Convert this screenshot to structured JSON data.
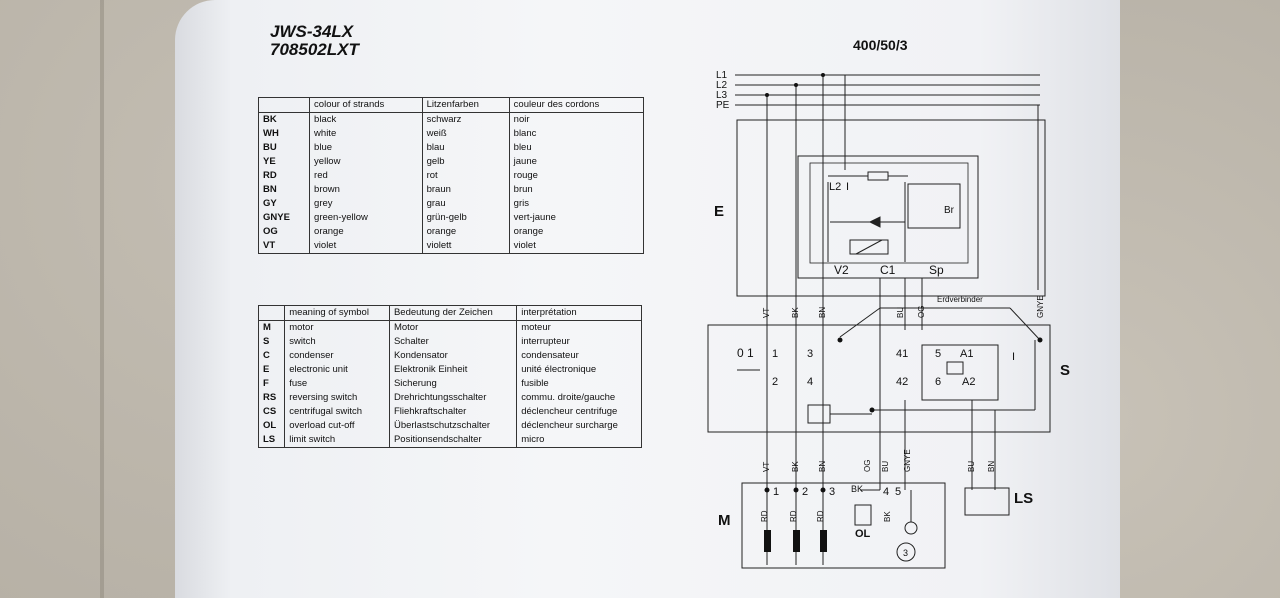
{
  "document": {
    "model_line1": "JWS-34LX",
    "model_line2": "708502LXT",
    "supply": "400/50/3"
  },
  "colour_table": {
    "headers": [
      "",
      "colour of strands",
      "Litzenfarben",
      "couleur des cordons"
    ],
    "rows": [
      [
        "BK",
        "black",
        "schwarz",
        "noir"
      ],
      [
        "WH",
        "white",
        "weiß",
        "blanc"
      ],
      [
        "BU",
        "blue",
        "blau",
        "bleu"
      ],
      [
        "YE",
        "yellow",
        "gelb",
        "jaune"
      ],
      [
        "RD",
        "red",
        "rot",
        "rouge"
      ],
      [
        "BN",
        "brown",
        "braun",
        "brun"
      ],
      [
        "GY",
        "grey",
        "grau",
        "gris"
      ],
      [
        "GNYE",
        "green-yellow",
        "grün-gelb",
        "vert-jaune"
      ],
      [
        "OG",
        "orange",
        "orange",
        "orange"
      ],
      [
        "VT",
        "violet",
        "violett",
        "violet"
      ]
    ]
  },
  "symbol_table": {
    "headers": [
      "",
      "meaning of symbol",
      "Bedeutung der Zeichen",
      "interprétation"
    ],
    "rows": [
      [
        "M",
        "motor",
        "Motor",
        "moteur"
      ],
      [
        "S",
        "switch",
        "Schalter",
        "interrupteur"
      ],
      [
        "C",
        "condenser",
        "Kondensator",
        "condensateur"
      ],
      [
        "E",
        "electronic unit",
        "Elektronik Einheit",
        "unité électronique"
      ],
      [
        "F",
        "fuse",
        "Sicherung",
        "fusible"
      ],
      [
        "RS",
        "reversing switch",
        "Drehrichtungsschalter",
        "commu. droite/gauche"
      ],
      [
        "CS",
        "centrifugal switch",
        "Fliehkraftschalter",
        "déclencheur centrifuge"
      ],
      [
        "OL",
        "overload cut-off",
        "Überlastschutzschalter",
        "déclencheur surcharge"
      ],
      [
        "LS",
        "limit switch",
        "Positionsendschalter",
        "micro"
      ]
    ]
  },
  "diagram": {
    "lines": [
      "L1",
      "L2",
      "L3",
      "PE"
    ],
    "block_E": "E",
    "block_S": "S",
    "block_M": "M",
    "block_LS": "LS",
    "block_OL": "OL",
    "e_labels": [
      "L2",
      "I",
      "V2",
      "C1",
      "Sp",
      "Br"
    ],
    "e_wires": [
      "VT",
      "BK",
      "BN",
      "BU",
      "OG",
      "GNYE"
    ],
    "earth_label": "Erdverbinder",
    "s_labels": [
      "0 1",
      "1",
      "2",
      "3",
      "4",
      "41",
      "42",
      "5",
      "6",
      "A1",
      "A2",
      "I"
    ],
    "m_wires_top": [
      "VT",
      "BK",
      "BN",
      "OG",
      "BU",
      "GNYE"
    ],
    "ls_wires": [
      "BU",
      "BN"
    ],
    "m_terminals": [
      "1",
      "2",
      "3",
      "BK",
      "4",
      "5"
    ],
    "m_winding_labels": [
      "RD",
      "RD",
      "RD",
      "BK"
    ],
    "motor_symbol": "3"
  }
}
